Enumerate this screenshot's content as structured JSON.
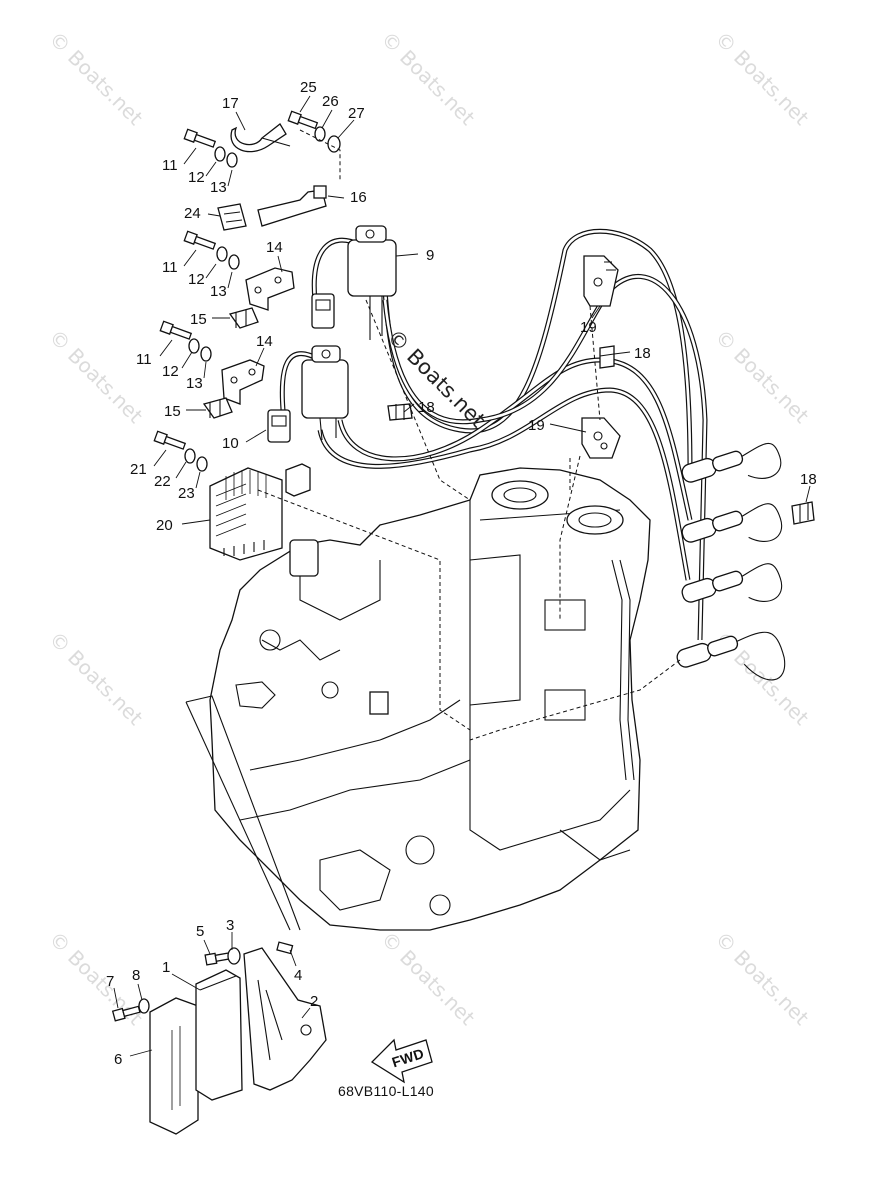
{
  "watermark": {
    "text": "© Boats.net"
  },
  "fwd_label": "FWD",
  "diagram_code": "68VB110-L140",
  "callouts": [
    {
      "id": "c17",
      "text": "17"
    },
    {
      "id": "c25",
      "text": "25"
    },
    {
      "id": "c26",
      "text": "26"
    },
    {
      "id": "c27",
      "text": "27"
    },
    {
      "id": "c11a",
      "text": "11"
    },
    {
      "id": "c12a",
      "text": "12"
    },
    {
      "id": "c13a",
      "text": "13"
    },
    {
      "id": "c16",
      "text": "16"
    },
    {
      "id": "c24",
      "text": "24"
    },
    {
      "id": "c9",
      "text": "9"
    },
    {
      "id": "c14a",
      "text": "14"
    },
    {
      "id": "c11b",
      "text": "11"
    },
    {
      "id": "c12b",
      "text": "12"
    },
    {
      "id": "c13b",
      "text": "13"
    },
    {
      "id": "c15a",
      "text": "15"
    },
    {
      "id": "c19a",
      "text": "19"
    },
    {
      "id": "c14b",
      "text": "14"
    },
    {
      "id": "c18a",
      "text": "18"
    },
    {
      "id": "c11c",
      "text": "11"
    },
    {
      "id": "c12c",
      "text": "12"
    },
    {
      "id": "c13c",
      "text": "13"
    },
    {
      "id": "c15b",
      "text": "15"
    },
    {
      "id": "c18b",
      "text": "18"
    },
    {
      "id": "c10",
      "text": "10"
    },
    {
      "id": "c19b",
      "text": "19"
    },
    {
      "id": "c21",
      "text": "21"
    },
    {
      "id": "c22",
      "text": "22"
    },
    {
      "id": "c23",
      "text": "23"
    },
    {
      "id": "c18c",
      "text": "18"
    },
    {
      "id": "c20",
      "text": "20"
    },
    {
      "id": "c5",
      "text": "5"
    },
    {
      "id": "c3",
      "text": "3"
    },
    {
      "id": "c1",
      "text": "1"
    },
    {
      "id": "c4",
      "text": "4"
    },
    {
      "id": "c7",
      "text": "7"
    },
    {
      "id": "c8",
      "text": "8"
    },
    {
      "id": "c2",
      "text": "2"
    },
    {
      "id": "c6",
      "text": "6"
    }
  ]
}
